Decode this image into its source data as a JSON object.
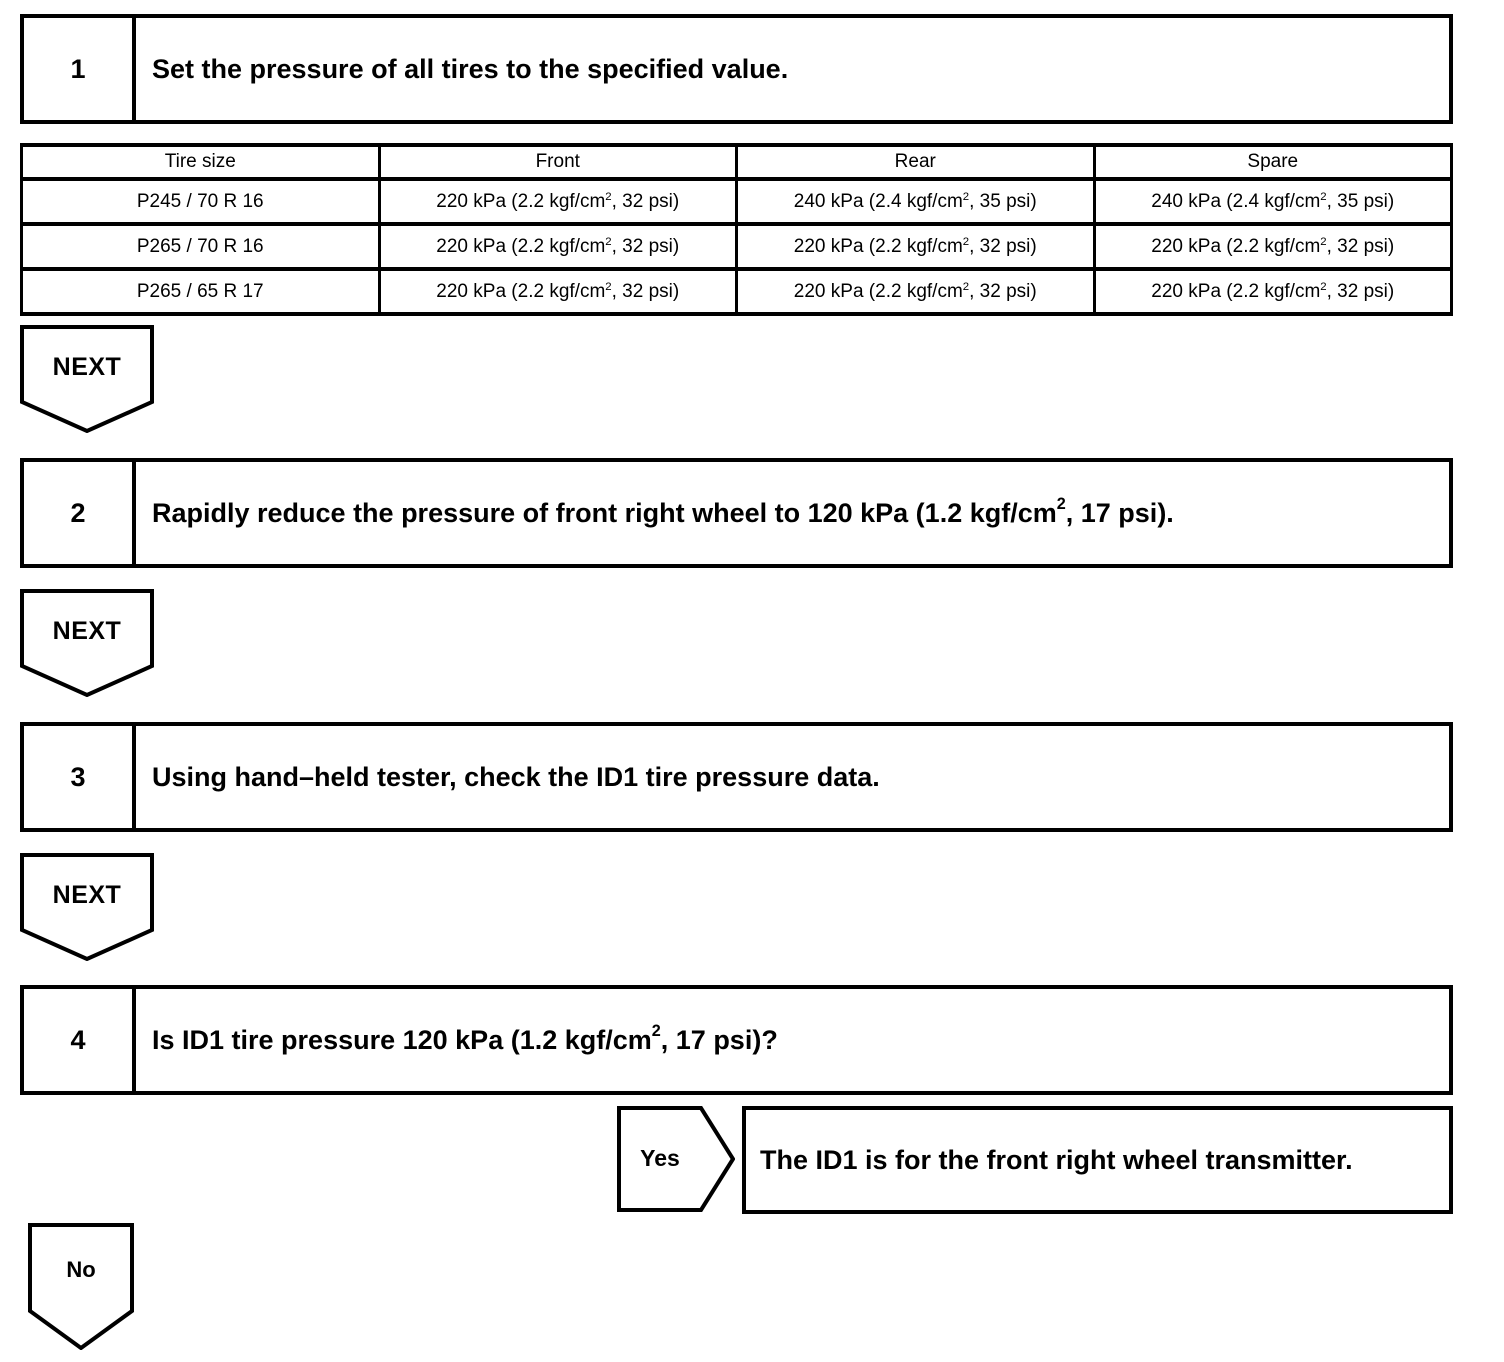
{
  "steps": [
    {
      "number": "1",
      "text": "Set the pressure of all tires to the specified value."
    },
    {
      "number": "2",
      "text": "Rapidly reduce the pressure of front right wheel to 120 kPa (1.2 kgf/cm^2, 17 psi)."
    },
    {
      "number": "3",
      "text": "Using hand–held tester, check the ID1 tire pressure data."
    },
    {
      "number": "4",
      "text": "Is ID1 tire pressure 120 kPa (1.2 kgf/cm^2, 17 psi)?"
    }
  ],
  "pressure_table": {
    "columns": [
      "Tire size",
      "Front",
      "Rear",
      "Spare"
    ],
    "rows": [
      [
        "P245 / 70 R 16",
        "220 kPa (2.2 kgf/cm^2, 32 psi)",
        "240 kPa (2.4 kgf/cm^2, 35 psi)",
        "240 kPa (2.4 kgf/cm^2, 35 psi)"
      ],
      [
        "P265 / 70 R 16",
        "220 kPa (2.2 kgf/cm^2, 32 psi)",
        "220 kPa (2.2 kgf/cm^2, 32 psi)",
        "220 kPa (2.2 kgf/cm^2, 32 psi)"
      ],
      [
        "P265 / 65 R 17",
        "220 kPa (2.2 kgf/cm^2, 32 psi)",
        "220 kPa (2.2 kgf/cm^2, 32 psi)",
        "220 kPa (2.2 kgf/cm^2, 32 psi)"
      ]
    ]
  },
  "connectors": {
    "next_label": "NEXT",
    "yes_label": "Yes",
    "no_label": "No"
  },
  "result": {
    "yes_text": "The ID1 is for the front right wheel transmitter."
  },
  "colors": {
    "line": "#000000",
    "background": "#ffffff"
  }
}
